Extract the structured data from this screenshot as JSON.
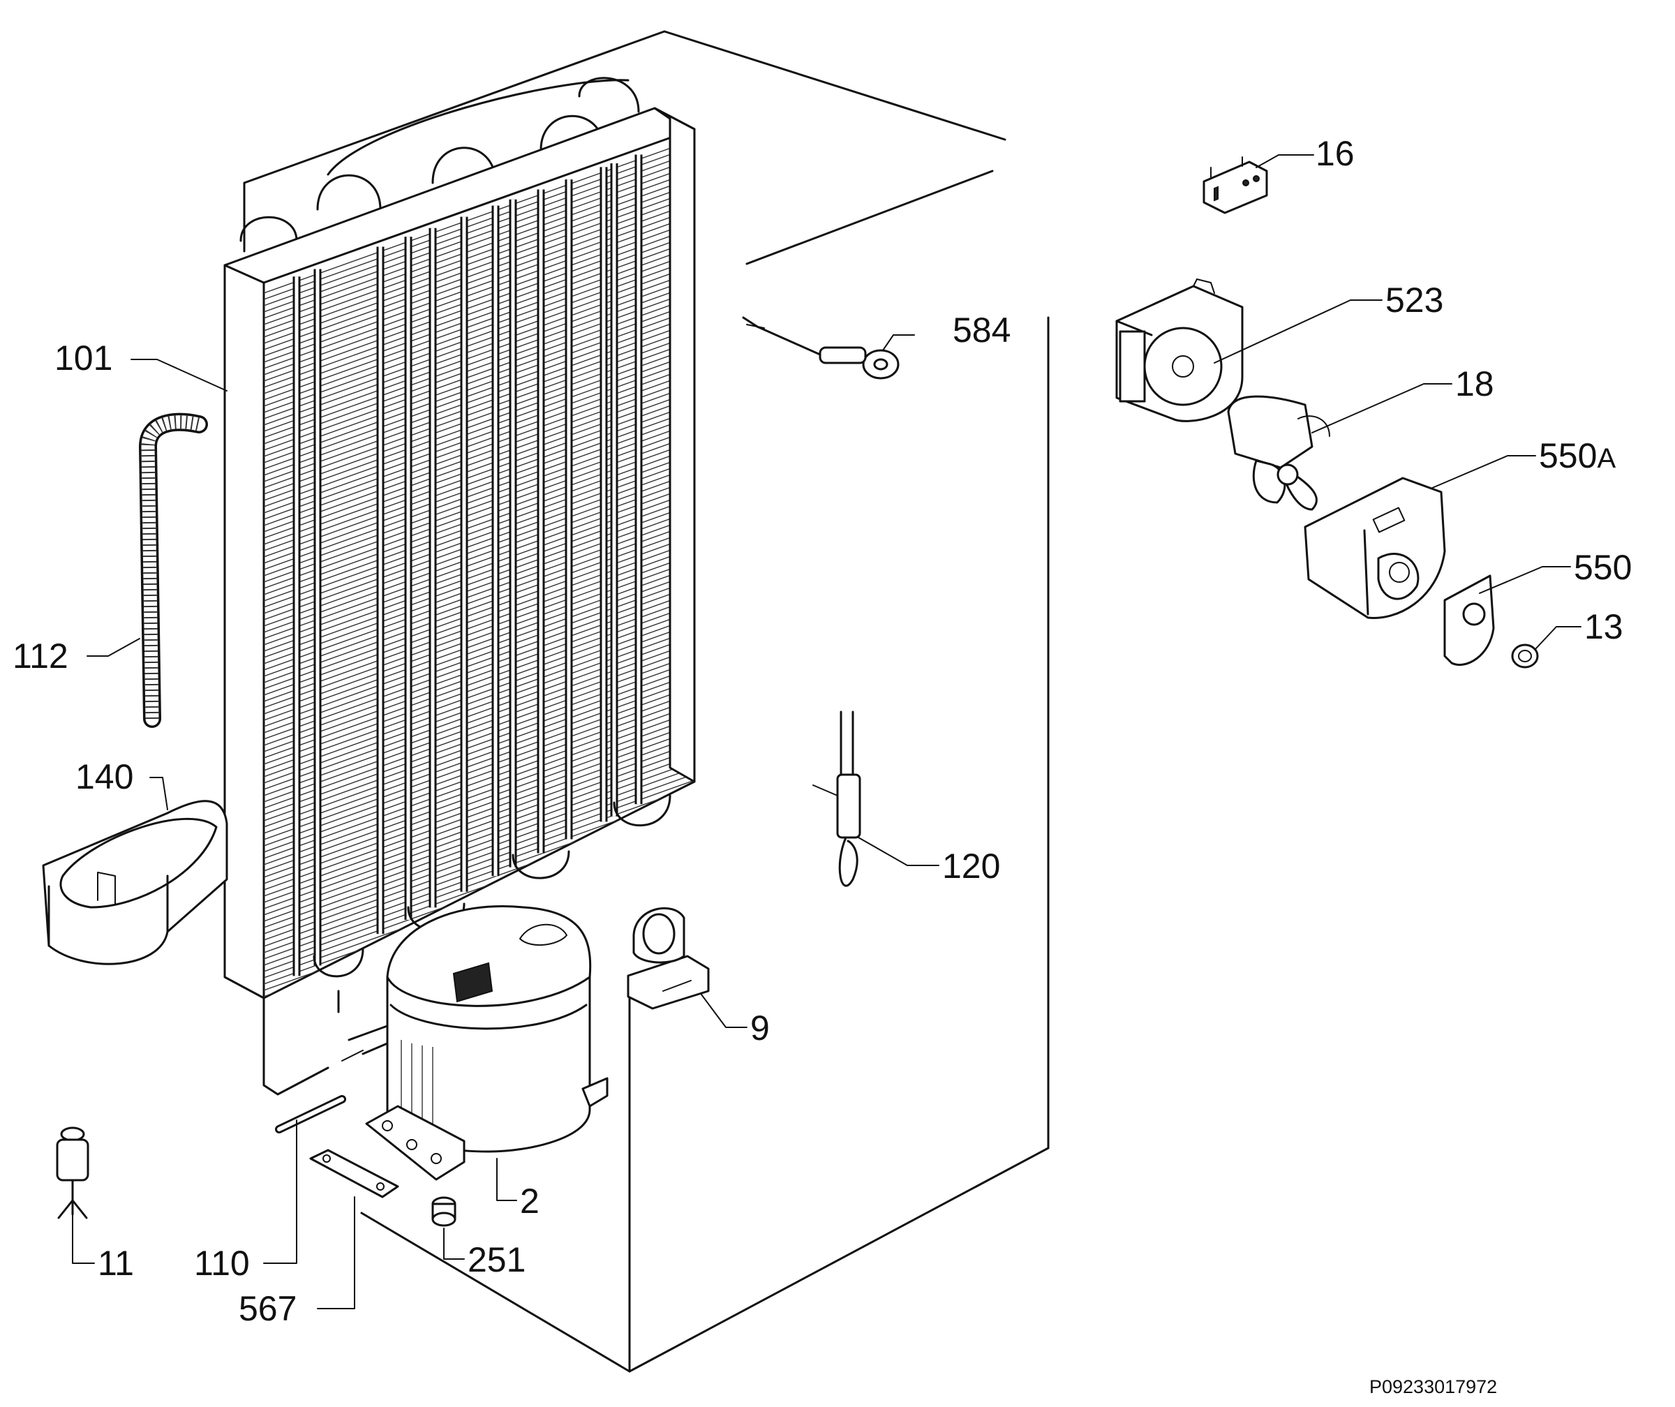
{
  "labels": {
    "p16": "16",
    "p523": "523",
    "p584": "584",
    "p18": "18",
    "p101": "101",
    "p550a_num": "550",
    "p550a_suffix": "A",
    "p550": "550",
    "p13": "13",
    "p112": "112",
    "p140": "140",
    "p120": "120",
    "p9": "9",
    "p2": "2",
    "p11": "11",
    "p110": "110",
    "p251": "251",
    "p567": "567"
  },
  "reference_code": "P09233017972"
}
